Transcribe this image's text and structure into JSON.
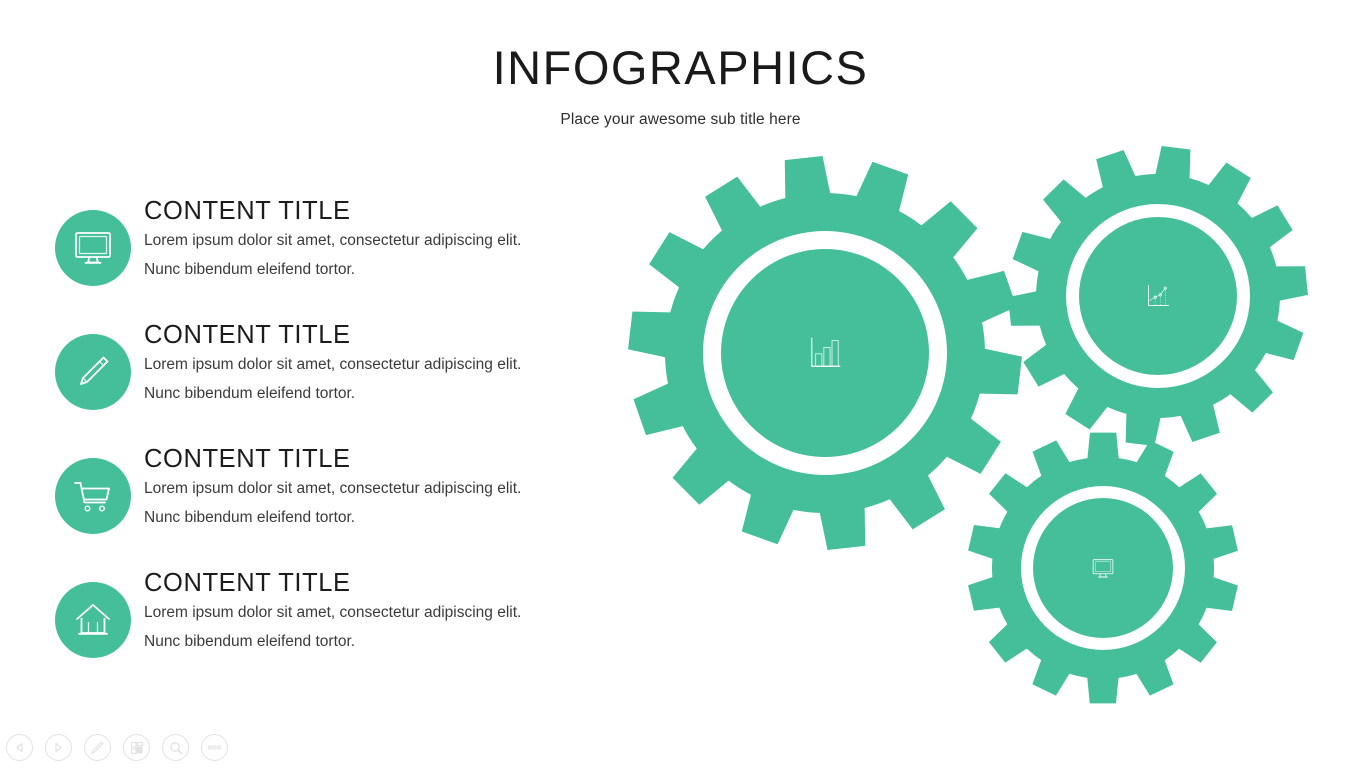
{
  "header": {
    "title": "INFOGRAPHICS",
    "subtitle": "Place your awesome sub title here"
  },
  "theme": {
    "accent": "#44bf9a",
    "background": "#ffffff",
    "title_color": "#1a1a1a",
    "body_color": "#3b3b3b",
    "toolbar_color": "#e2e2e2"
  },
  "content_list": {
    "items": [
      {
        "icon": "monitor-icon",
        "title": "CONTENT TITLE",
        "line1": "Lorem ipsum dolor sit amet, consectetur adipiscing elit.",
        "line2": "Nunc bibendum eleifend tortor."
      },
      {
        "icon": "pencil-icon",
        "title": "CONTENT TITLE",
        "line1": "Lorem ipsum dolor sit amet, consectetur adipiscing elit.",
        "line2": "Nunc bibendum eleifend tortor."
      },
      {
        "icon": "shopping-cart-icon",
        "title": "CONTENT TITLE",
        "line1": "Lorem ipsum dolor sit amet, consectetur adipiscing elit.",
        "line2": "Nunc bibendum eleifend tortor."
      },
      {
        "icon": "home-icon",
        "title": "CONTENT TITLE",
        "line1": "Lorem ipsum dolor sit amet, consectetur adipiscing elit.",
        "line2": "Nunc bibendum eleifend tortor."
      }
    ]
  },
  "gears": [
    {
      "name": "gear-large",
      "icon": "bar-chart-icon",
      "teeth": 14,
      "size": "large"
    },
    {
      "name": "gear-medium",
      "icon": "line-chart-icon",
      "teeth": 14,
      "size": "medium"
    },
    {
      "name": "gear-small",
      "icon": "monitor-icon",
      "teeth": 14,
      "size": "small"
    }
  ],
  "toolbar": {
    "buttons": [
      {
        "name": "previous-slide-button",
        "icon": "triangle-left-icon"
      },
      {
        "name": "next-slide-button",
        "icon": "triangle-right-icon"
      },
      {
        "name": "pen-tool-button",
        "icon": "pen-icon"
      },
      {
        "name": "slide-grid-button",
        "icon": "grid-icon"
      },
      {
        "name": "zoom-button",
        "icon": "magnifier-icon"
      },
      {
        "name": "more-options-button",
        "icon": "ellipsis-icon"
      }
    ]
  }
}
